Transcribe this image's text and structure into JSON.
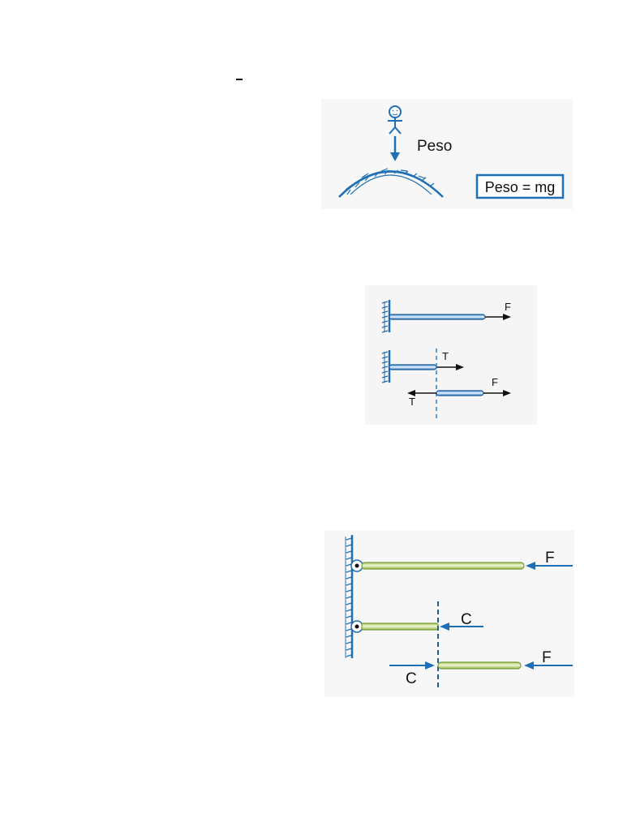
{
  "weight_diagram": {
    "arrow_label": "Peso",
    "formula": "Peso = mg",
    "colors": {
      "blue": "#1f6fb5",
      "background": "#f7f7f7"
    }
  },
  "tension_diagram": {
    "force_label_top": "F",
    "tension_label_left_piece": "T",
    "force_label_right_piece": "F",
    "tension_label_right_piece": "T",
    "colors": {
      "rod": "#2f7cc4",
      "rod_outline": "#1a5a99",
      "arrow": "#111111",
      "cut_line": "#2a7fc4"
    }
  },
  "compression_diagram": {
    "force_label_top": "F",
    "compression_label_left_piece": "C",
    "compression_label_right_piece": "C",
    "force_label_right_piece": "F",
    "colors": {
      "rod": "#c9dc8a",
      "rod_outline": "#7a9c3a",
      "arrow": "#1f6fb5",
      "cut_line": "#1f5fa0"
    }
  }
}
